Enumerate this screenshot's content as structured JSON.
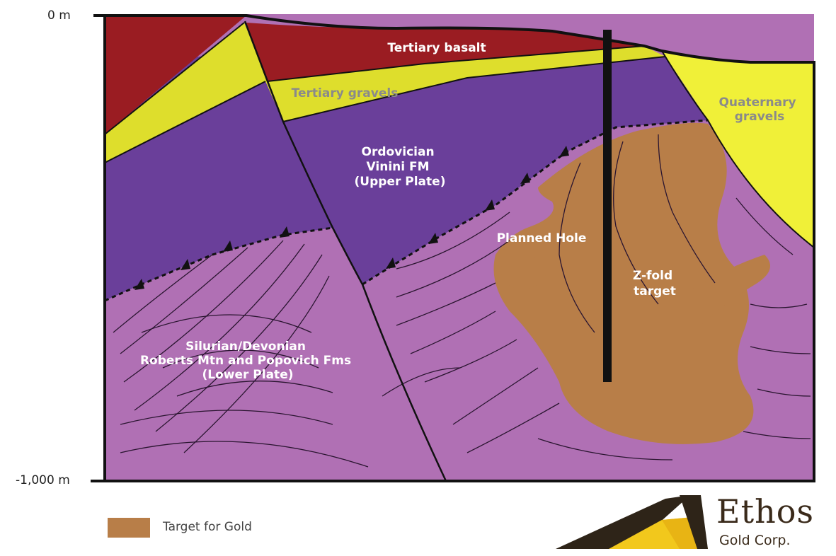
{
  "depth_labels": {
    "top": "0 m",
    "bottom": "-1,000 m"
  },
  "units": {
    "tertiary_basalt": {
      "name": "Tertiary basalt",
      "color": "#9a1c22"
    },
    "tertiary_gravels": {
      "name": "Tertiary gravels",
      "color": "#dede2c"
    },
    "quaternary_gravels": {
      "lines": [
        "Quaternary",
        "gravels"
      ],
      "color": "#f0f038"
    },
    "upper_plate": {
      "lines": [
        "Ordovician",
        "Vinini FM",
        "(Upper Plate)"
      ],
      "color": "#6a3f9a"
    },
    "lower_plate": {
      "lines": [
        "Silurian/Devonian",
        "Roberts Mtn and Popovich Fms",
        "(Lower Plate)"
      ],
      "color": "#b070b4"
    },
    "gold_target": {
      "color": "#b87e48"
    }
  },
  "annotations": {
    "planned_hole": "Planned Hole",
    "zfold": [
      "Z-fold",
      "target"
    ]
  },
  "legend": {
    "label": "Target for Gold",
    "color": "#b87e48"
  },
  "logo": {
    "name": "Ethos",
    "subtitle": "Gold Corp."
  }
}
